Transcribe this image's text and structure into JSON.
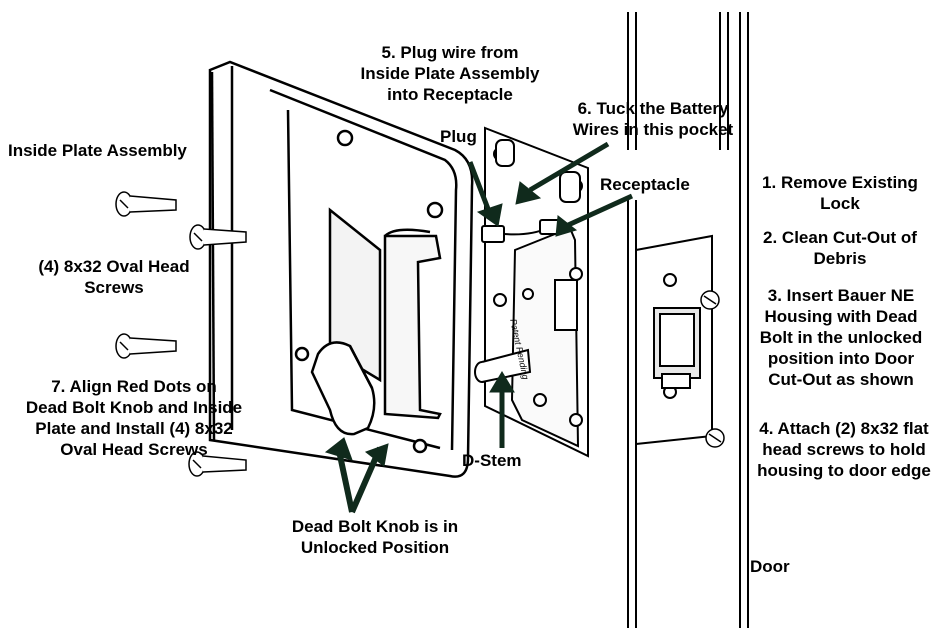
{
  "labels": {
    "inside_plate": "Inside Plate Assembly",
    "screws": "(4) 8x32 Oval Head\nScrews",
    "step5": "5. Plug wire from\nInside Plate Assembly\ninto Receptacle",
    "step6": "6. Tuck the Battery\nWires in this pocket",
    "plug": "Plug",
    "receptacle": "Receptacle",
    "step7": "7.  Align Red Dots on\nDead Bolt Knob and Inside\nPlate and Install (4) 8x32\nOval Head Screws",
    "d_stem": "D-Stem",
    "knob_unlocked": "Dead Bolt Knob is in\nUnlocked Position",
    "step1": "1.  Remove Existing\nLock",
    "step2": "2. Clean Cut-Out of\nDebris",
    "step3": "3. Insert Bauer NE\nHousing with Dead\nBolt in the unlocked\nposition into Door\nCut-Out as shown",
    "step4": "4. Attach (2) 8x32 flat\nhead screws to hold\nhousing to door edge",
    "door": "Door",
    "housing_imprint": "Patent Pending"
  },
  "colors": {
    "arrow": "#102a1c",
    "ink": "#000000"
  }
}
